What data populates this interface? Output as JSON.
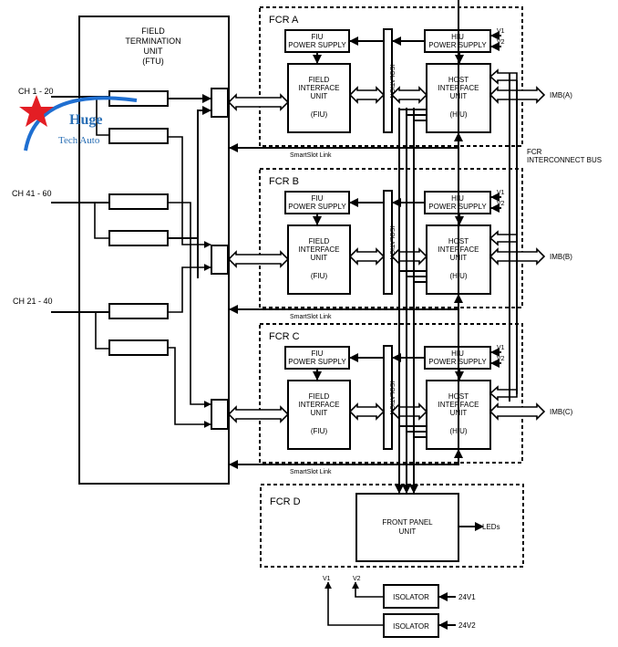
{
  "ftu": {
    "title_lines": [
      "FIELD",
      "TERMINATION",
      "UNIT",
      "(FTU)"
    ],
    "channels": [
      {
        "label": "CH 1 - 20"
      },
      {
        "label": "CH 41 - 60"
      },
      {
        "label": "CH 21 - 40"
      }
    ]
  },
  "watermark": {
    "line1": "Huge",
    "line2": "Tech Auto",
    "colors": {
      "star": "#e31e24",
      "swoosh": "#1f6fd1",
      "text": "#2a6fb5"
    }
  },
  "fcrs": [
    {
      "label": "FCR A",
      "fiu_power": [
        "FIU",
        "POWER SUPPLY"
      ],
      "fiu": [
        "FIELD",
        "INTERFACE",
        "UNIT",
        "(FIU)"
      ],
      "isolation": "ISOLATION",
      "hiu_power": [
        "HIU",
        "POWER SUPPLY"
      ],
      "hiu": [
        "HOST",
        "INTERFACE",
        "UNIT",
        "(HIU)"
      ],
      "v1": "V1",
      "v2": "V2",
      "imb": "IMB(A)",
      "link": "SmartSlot Link"
    },
    {
      "label": "FCR B",
      "fiu_power": [
        "FIU",
        "POWER SUPPLY"
      ],
      "fiu": [
        "FIELD",
        "INTERFACE",
        "UNIT",
        "(FIU)"
      ],
      "isolation": "ISOLATION",
      "hiu_power": [
        "HIU",
        "POWER SUPPLY"
      ],
      "hiu": [
        "HOST",
        "INTERFACE",
        "UNIT",
        "(HIU)"
      ],
      "v1": "V1",
      "v2": "V2",
      "imb": "IMB(B)",
      "link": "SmartSlot Link"
    },
    {
      "label": "FCR C",
      "fiu_power": [
        "FIU",
        "POWER SUPPLY"
      ],
      "fiu": [
        "FIELD",
        "INTERFACE",
        "UNIT",
        "(FIU)"
      ],
      "isolation": "ISOLATION",
      "hiu_power": [
        "HIU",
        "POWER SUPPLY"
      ],
      "hiu": [
        "HOST",
        "INTERFACE",
        "UNIT",
        "(HIU)"
      ],
      "v1": "V1",
      "v2": "V2",
      "imb": "IMB(C)",
      "link": "SmartSlot Link"
    }
  ],
  "interconnect": [
    "FCR",
    "INTERCONNECT BUS"
  ],
  "fcr_d": {
    "label": "FCR D",
    "front_panel": [
      "FRONT PANEL",
      "UNIT"
    ],
    "leds": "LEDs"
  },
  "power": {
    "v1": "V1",
    "v2": "V2",
    "isolator1": "ISOLATOR",
    "isolator2": "ISOLATOR",
    "in1": "24V1",
    "in2": "24V2"
  }
}
